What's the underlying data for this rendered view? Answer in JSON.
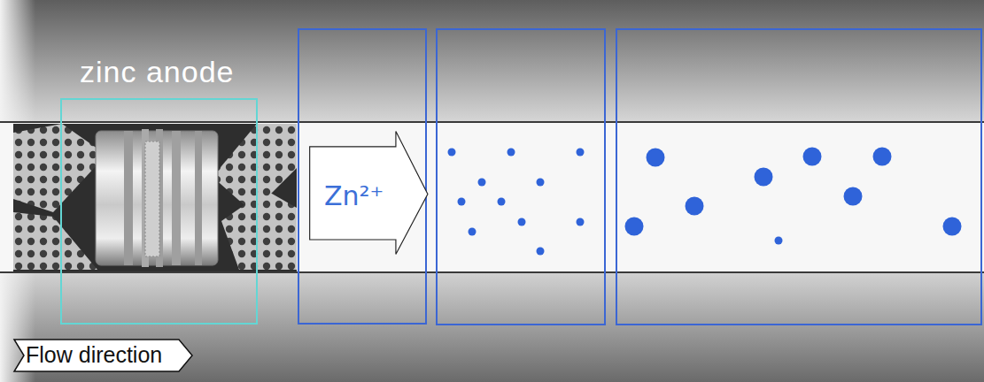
{
  "diagram": {
    "nodes": [
      {
        "text": [
          "zinc anode"
        ]
      },
      {
        "text": [
          "Zn²⁺"
        ]
      },
      {
        "text": [
          "Flow direction"
        ]
      }
    ]
  }
}
